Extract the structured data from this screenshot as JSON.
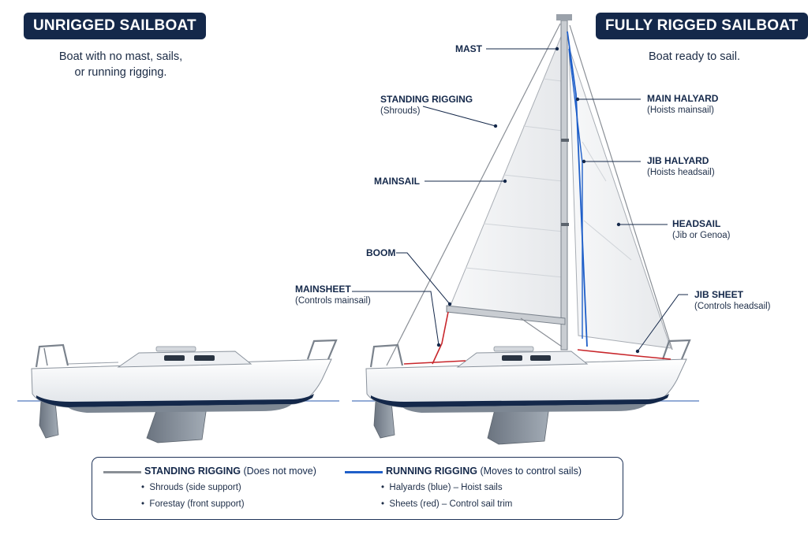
{
  "left": {
    "title": "UNRIGGED SAILBOAT",
    "subtitle_line1": "Boat with no mast, sails,",
    "subtitle_line2": "or running rigging."
  },
  "right": {
    "title": "FULLY RIGGED SAILBOAT",
    "subtitle": "Boat ready to sail."
  },
  "callouts": {
    "mast": {
      "name": "MAST"
    },
    "standing": {
      "name": "STANDING RIGGING",
      "desc": "(Shrouds)"
    },
    "mainsail": {
      "name": "MAINSAIL"
    },
    "boom": {
      "name": "BOOM"
    },
    "mainsheet": {
      "name": "MAINSHEET",
      "desc": "(Controls mainsail)"
    },
    "main_halyard": {
      "name": "MAIN HALYARD",
      "desc": "(Hoists mainsail)"
    },
    "jib_halyard": {
      "name": "JIB HALYARD",
      "desc": "(Hoists headsail)"
    },
    "headsail": {
      "name": "HEADSAIL",
      "desc": "(Jib or Genoa)"
    },
    "jib_sheet": {
      "name": "JIB SHEET",
      "desc": "(Controls headsail)"
    }
  },
  "legend": {
    "standing": {
      "title": "STANDING RIGGING",
      "note": "(Does not move)",
      "color": "#8a8f96",
      "items": [
        "Shrouds (side support)",
        "Forestay (front support)"
      ]
    },
    "running": {
      "title": "RUNNING RIGGING",
      "note": "(Moves to control sails)",
      "color": "#1f5fc9",
      "items": [
        "Halyards (blue) – Hoist sails",
        "Sheets (red) – Control sail trim"
      ]
    }
  },
  "colors": {
    "navy": "#14284a",
    "halyard": "#1f5fc9",
    "sheet": "#c8262b",
    "hull": "#f4f5f7",
    "bottom": "#7d8793",
    "water": "#6f8fc8"
  }
}
